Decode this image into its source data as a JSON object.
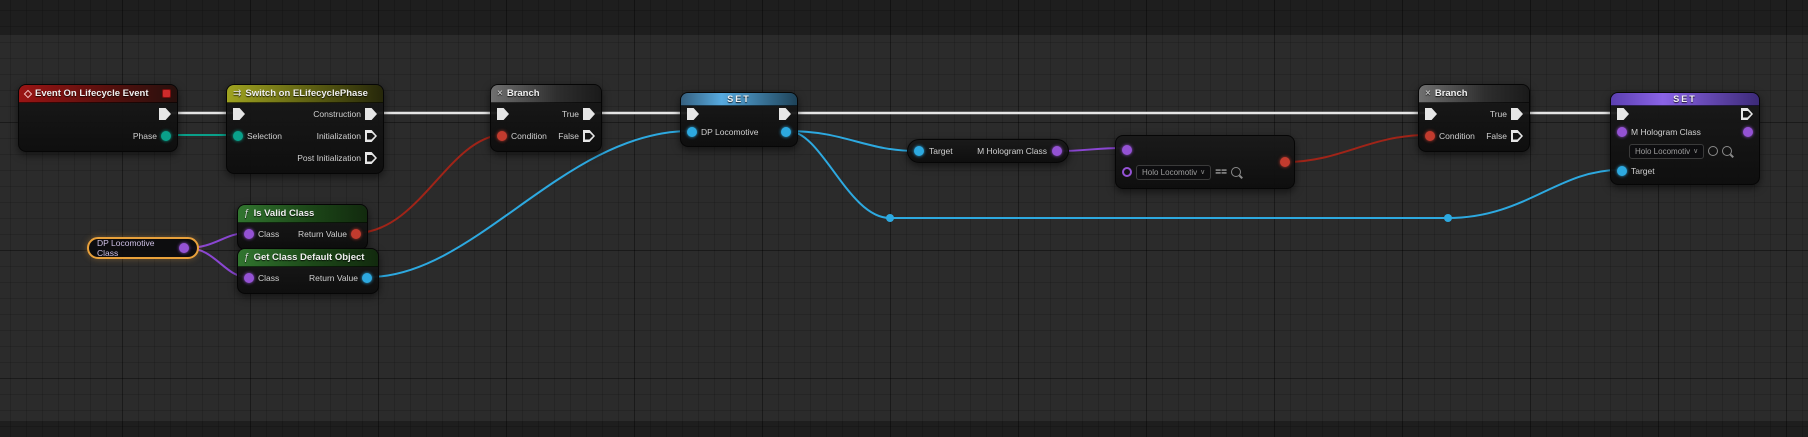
{
  "graph": {
    "nodes": {
      "event_lifecycle": {
        "title": "Event On Lifecycle Event",
        "phase_label": "Phase"
      },
      "switch_lifecycle": {
        "title": "Switch on ELifecyclePhase",
        "icon": "⇉",
        "selection_label": "Selection",
        "construction_label": "Construction",
        "initialization_label": "Initialization",
        "post_initialization_label": "Post Initialization"
      },
      "branch_1": {
        "title": "Branch",
        "icon": "×",
        "condition_label": "Condition",
        "true_label": "True",
        "false_label": "False"
      },
      "set_dp_locomotive": {
        "title": "SET",
        "value_label": "DP Locomotive"
      },
      "get_m_hologram_class": {
        "target_label": "Target",
        "output_label": "M Hologram Class"
      },
      "equal_class": {
        "operator": "==",
        "dropdown_value": "Holo Locomotiv",
        "caret": "∨"
      },
      "branch_2": {
        "title": "Branch",
        "icon": "×",
        "condition_label": "Condition",
        "true_label": "True",
        "false_label": "False"
      },
      "set_m_hologram_class": {
        "title": "SET",
        "value_label": "M Hologram Class",
        "dropdown_value": "Holo Locomotiv",
        "caret": "∨",
        "target_label": "Target"
      },
      "get_dp_locomotive_class": {
        "title": "DP Locomotive Class"
      },
      "is_valid_class": {
        "title": "Is Valid Class",
        "icon": "ƒ",
        "class_label": "Class",
        "return_label": "Return Value"
      },
      "get_class_default_object": {
        "title": "Get Class Default Object",
        "icon": "ƒ",
        "class_label": "Class",
        "return_label": "Return Value"
      }
    },
    "colors": {
      "exec_wire": "#e5e5e5",
      "bool": "#c23b2e",
      "object": "#2da9e0",
      "class": "#9452d4",
      "enum": "#0aa08a",
      "selection_outline": "#e9a13b"
    }
  }
}
